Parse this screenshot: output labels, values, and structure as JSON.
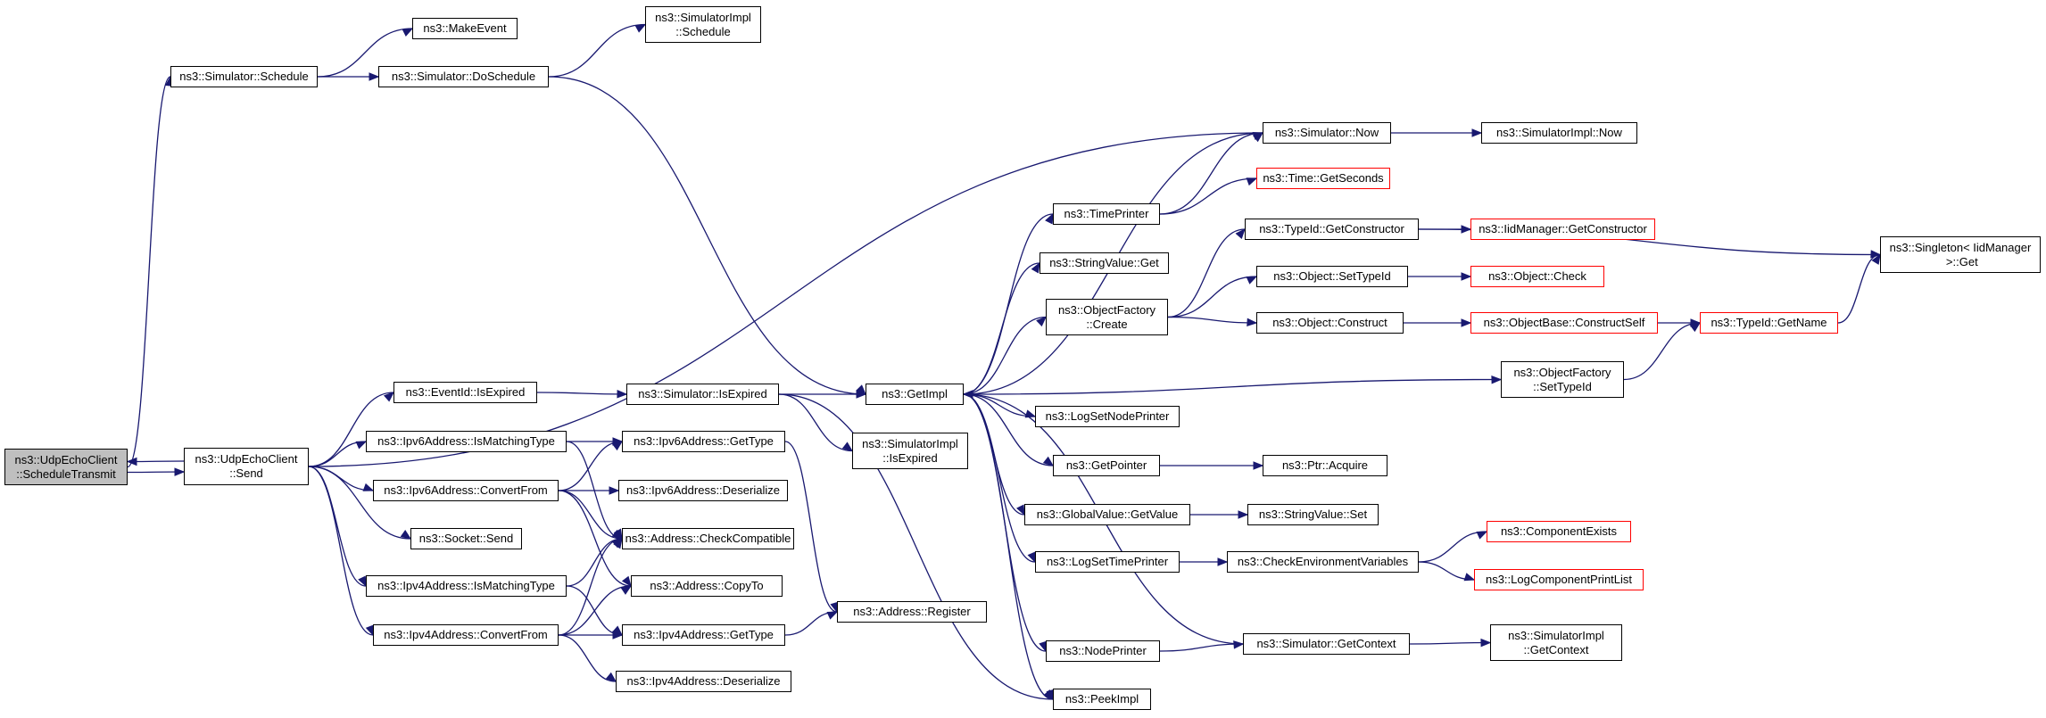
{
  "colors": {
    "edge": "#191970",
    "truncated_border": "#ff0000",
    "root_fill": "#bfbfbf"
  },
  "nodes": [
    {
      "id": "root",
      "label": "ns3::UdpEchoClient\n::ScheduleTransmit",
      "root": true
    },
    {
      "id": "schedule",
      "label": "ns3::Simulator::Schedule"
    },
    {
      "id": "send",
      "label": "ns3::UdpEchoClient\n::Send"
    },
    {
      "id": "makeevent",
      "label": "ns3::MakeEvent"
    },
    {
      "id": "doschedule",
      "label": "ns3::Simulator::DoSchedule"
    },
    {
      "id": "implschedule",
      "label": "ns3::SimulatorImpl\n::Schedule"
    },
    {
      "id": "now",
      "label": "ns3::Simulator::Now"
    },
    {
      "id": "implnow",
      "label": "ns3::SimulatorImpl::Now"
    },
    {
      "id": "timeprinter",
      "label": "ns3::TimePrinter"
    },
    {
      "id": "getseconds",
      "label": "ns3::Time::GetSeconds",
      "red": true
    },
    {
      "id": "getconstructor",
      "label": "ns3::TypeId::GetConstructor"
    },
    {
      "id": "iidgetconstructor",
      "label": "ns3::IidManager::GetConstructor",
      "red": true
    },
    {
      "id": "singleton",
      "label": "ns3::Singleton< IidManager\n >::Get"
    },
    {
      "id": "stringvalueget",
      "label": "ns3::StringValue::Get"
    },
    {
      "id": "settypeid",
      "label": "ns3::Object::SetTypeId"
    },
    {
      "id": "objcheck",
      "label": "ns3::Object::Check",
      "red": true
    },
    {
      "id": "ofcreate",
      "label": "ns3::ObjectFactory\n::Create"
    },
    {
      "id": "objconstruct",
      "label": "ns3::Object::Construct"
    },
    {
      "id": "constructself",
      "label": "ns3::ObjectBase::ConstructSelf",
      "red": true
    },
    {
      "id": "getname",
      "label": "ns3::TypeId::GetName",
      "red": true
    },
    {
      "id": "eventexpired",
      "label": "ns3::EventId::IsExpired"
    },
    {
      "id": "simexpired",
      "label": "ns3::Simulator::IsExpired"
    },
    {
      "id": "getimpl",
      "label": "ns3::GetImpl"
    },
    {
      "id": "ofsettypeid",
      "label": "ns3::ObjectFactory\n::SetTypeId"
    },
    {
      "id": "implexpired",
      "label": "ns3::SimulatorImpl\n::IsExpired"
    },
    {
      "id": "v6matching",
      "label": "ns3::Ipv6Address::IsMatchingType"
    },
    {
      "id": "v6gettype",
      "label": "ns3::Ipv6Address::GetType"
    },
    {
      "id": "lognodeprinter",
      "label": "ns3::LogSetNodePrinter"
    },
    {
      "id": "v6convert",
      "label": "ns3::Ipv6Address::ConvertFrom"
    },
    {
      "id": "v6deserialize",
      "label": "ns3::Ipv6Address::Deserialize"
    },
    {
      "id": "getpointer",
      "label": "ns3::GetPointer"
    },
    {
      "id": "acquire",
      "label": "ns3::Ptr::Acquire"
    },
    {
      "id": "socketsend",
      "label": "ns3::Socket::Send"
    },
    {
      "id": "checkcompat",
      "label": "ns3::Address::CheckCompatible"
    },
    {
      "id": "gvgetvalue",
      "label": "ns3::GlobalValue::GetValue"
    },
    {
      "id": "svset",
      "label": "ns3::StringValue::Set"
    },
    {
      "id": "componentexists",
      "label": "ns3::ComponentExists",
      "red": true
    },
    {
      "id": "logtimeprinter",
      "label": "ns3::LogSetTimePrinter"
    },
    {
      "id": "checkenv",
      "label": "ns3::CheckEnvironmentVariables"
    },
    {
      "id": "v4matching",
      "label": "ns3::Ipv4Address::IsMatchingType"
    },
    {
      "id": "copyto",
      "label": "ns3::Address::CopyTo"
    },
    {
      "id": "logprintlist",
      "label": "ns3::LogComponentPrintList",
      "red": true
    },
    {
      "id": "v4convert",
      "label": "ns3::Ipv4Address::ConvertFrom"
    },
    {
      "id": "v4gettype",
      "label": "ns3::Ipv4Address::GetType"
    },
    {
      "id": "register",
      "label": "ns3::Address::Register"
    },
    {
      "id": "nodeprinter",
      "label": "ns3::NodePrinter"
    },
    {
      "id": "getcontext",
      "label": "ns3::Simulator::GetContext"
    },
    {
      "id": "implgetcontext",
      "label": "ns3::SimulatorImpl\n::GetContext"
    },
    {
      "id": "v4deserialize",
      "label": "ns3::Ipv4Address::Deserialize"
    },
    {
      "id": "peekimpl",
      "label": "ns3::PeekImpl"
    }
  ],
  "edges": [
    [
      "root",
      "schedule"
    ],
    [
      "root",
      "send"
    ],
    [
      "send",
      "root"
    ],
    [
      "schedule",
      "makeevent"
    ],
    [
      "schedule",
      "doschedule"
    ],
    [
      "doschedule",
      "implschedule"
    ],
    [
      "doschedule",
      "getimpl"
    ],
    [
      "send",
      "now"
    ],
    [
      "send",
      "eventexpired"
    ],
    [
      "send",
      "v6matching"
    ],
    [
      "send",
      "v6convert"
    ],
    [
      "send",
      "socketsend"
    ],
    [
      "send",
      "v4matching"
    ],
    [
      "send",
      "v4convert"
    ],
    [
      "now",
      "implnow"
    ],
    [
      "now",
      "getimpl"
    ],
    [
      "timeprinter",
      "now"
    ],
    [
      "timeprinter",
      "getseconds"
    ],
    [
      "eventexpired",
      "simexpired"
    ],
    [
      "simexpired",
      "getimpl"
    ],
    [
      "simexpired",
      "implexpired"
    ],
    [
      "simexpired",
      "peekimpl"
    ],
    [
      "getimpl",
      "timeprinter"
    ],
    [
      "getimpl",
      "stringvalueget"
    ],
    [
      "getimpl",
      "ofcreate"
    ],
    [
      "getimpl",
      "ofsettypeid"
    ],
    [
      "getimpl",
      "lognodeprinter"
    ],
    [
      "getimpl",
      "getpointer"
    ],
    [
      "getimpl",
      "gvgetvalue"
    ],
    [
      "getimpl",
      "logtimeprinter"
    ],
    [
      "getimpl",
      "nodeprinter"
    ],
    [
      "getimpl",
      "peekimpl"
    ],
    [
      "getcontext",
      "getimpl"
    ],
    [
      "getcontext",
      "implgetcontext"
    ],
    [
      "ofcreate",
      "getconstructor"
    ],
    [
      "ofcreate",
      "settypeid"
    ],
    [
      "ofcreate",
      "objconstruct"
    ],
    [
      "getconstructor",
      "iidgetconstructor"
    ],
    [
      "getconstructor",
      "singleton"
    ],
    [
      "settypeid",
      "objcheck"
    ],
    [
      "objconstruct",
      "constructself"
    ],
    [
      "constructself",
      "getname"
    ],
    [
      "getname",
      "singleton"
    ],
    [
      "ofsettypeid",
      "getname"
    ],
    [
      "getpointer",
      "acquire"
    ],
    [
      "gvgetvalue",
      "svset"
    ],
    [
      "logtimeprinter",
      "checkenv"
    ],
    [
      "checkenv",
      "componentexists"
    ],
    [
      "checkenv",
      "logprintlist"
    ],
    [
      "nodeprinter",
      "getcontext"
    ],
    [
      "v6matching",
      "v6gettype"
    ],
    [
      "v6matching",
      "checkcompat"
    ],
    [
      "v6convert",
      "v6gettype"
    ],
    [
      "v6convert",
      "v6deserialize"
    ],
    [
      "v6convert",
      "checkcompat"
    ],
    [
      "v6convert",
      "copyto"
    ],
    [
      "v6gettype",
      "register"
    ],
    [
      "v4matching",
      "checkcompat"
    ],
    [
      "v4matching",
      "v4gettype"
    ],
    [
      "v4convert",
      "checkcompat"
    ],
    [
      "v4convert",
      "copyto"
    ],
    [
      "v4convert",
      "v4gettype"
    ],
    [
      "v4convert",
      "v4deserialize"
    ],
    [
      "v4gettype",
      "register"
    ]
  ]
}
